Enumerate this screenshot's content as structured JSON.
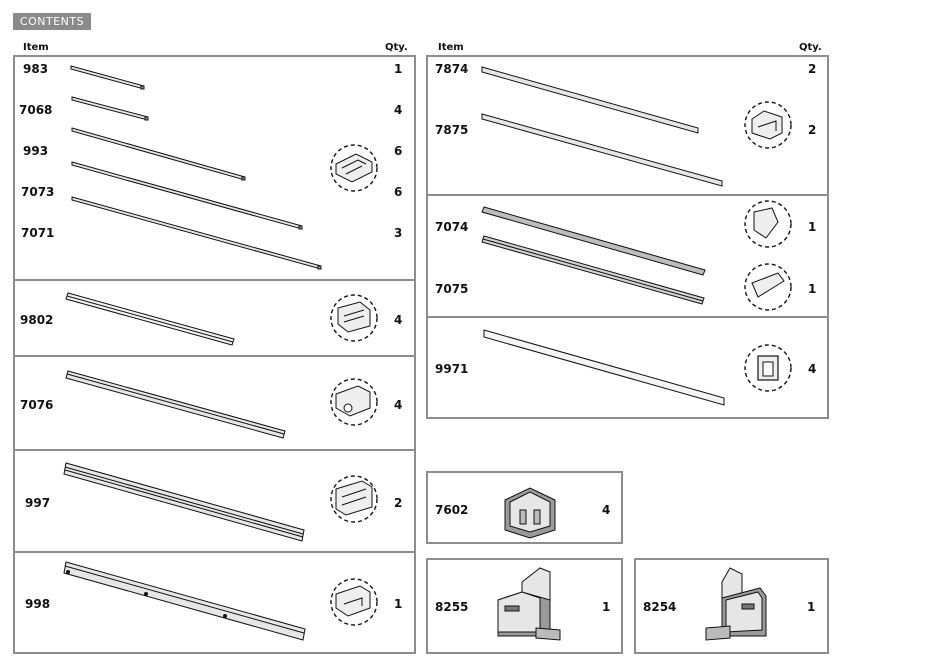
{
  "title": "CONTENTS",
  "headers": {
    "item": "Item",
    "qty": "Qty."
  },
  "left_column": [
    {
      "code": "983",
      "qty": "1"
    },
    {
      "code": "7068",
      "qty": "4"
    },
    {
      "code": "993",
      "qty": "6"
    },
    {
      "code": "7073",
      "qty": "6"
    },
    {
      "code": "7071",
      "qty": "3"
    },
    {
      "code": "9802",
      "qty": "4"
    },
    {
      "code": "7076",
      "qty": "4"
    },
    {
      "code": "997",
      "qty": "2"
    },
    {
      "code": "998",
      "qty": "1"
    }
  ],
  "right_column": [
    {
      "code": "7874",
      "qty": "2"
    },
    {
      "code": "7875",
      "qty": "2"
    },
    {
      "code": "7074",
      "qty": "1"
    },
    {
      "code": "7075",
      "qty": "1"
    },
    {
      "code": "9971",
      "qty": "4"
    }
  ],
  "brackets": [
    {
      "code": "7602",
      "qty": "4"
    },
    {
      "code": "8255",
      "qty": "1"
    },
    {
      "code": "8254",
      "qty": "1"
    }
  ],
  "colors": {
    "border": "#8d8d8d",
    "badge": "#8a8a8a",
    "part_fill": "#e6e6e6",
    "part_dark": "#9a9a9a"
  }
}
